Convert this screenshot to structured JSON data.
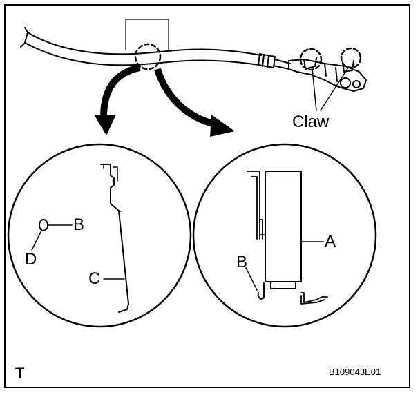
{
  "labels": {
    "claw": "Claw",
    "a": "A",
    "b_left": "B",
    "b_right": "B",
    "c": "C",
    "d": "D"
  },
  "footer": {
    "corner_mark": "T",
    "figure_code": "B109043E01"
  },
  "colors": {
    "line": "#000000",
    "background": "#ffffff"
  }
}
